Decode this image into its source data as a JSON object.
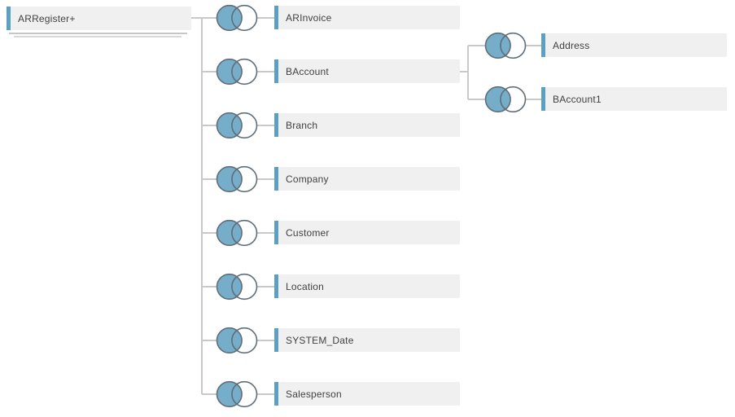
{
  "diagram": {
    "root": {
      "label": "ARRegister+",
      "type": "union-table"
    },
    "nodes": [
      {
        "label": "ARInvoice",
        "join_type": "left-join"
      },
      {
        "label": "BAccount",
        "join_type": "left-join",
        "children": [
          {
            "label": "Address",
            "join_type": "left-join"
          },
          {
            "label": "BAccount1",
            "join_type": "left-join"
          }
        ]
      },
      {
        "label": "Branch",
        "join_type": "left-join"
      },
      {
        "label": "Company",
        "join_type": "left-join"
      },
      {
        "label": "Customer",
        "join_type": "left-join"
      },
      {
        "label": "Location",
        "join_type": "left-join"
      },
      {
        "label": "SYSTEM_Date",
        "join_type": "left-join"
      },
      {
        "label": "Salesperson",
        "join_type": "left-join"
      }
    ],
    "colors": {
      "accent_bar": "#5d9fc3",
      "venn_fill": "#76adc8",
      "circle_stroke": "#5f6e79",
      "connector": "#c9c9c9",
      "node_background": "#f0f0f0",
      "text": "#414141",
      "background": "#ffffff"
    }
  }
}
